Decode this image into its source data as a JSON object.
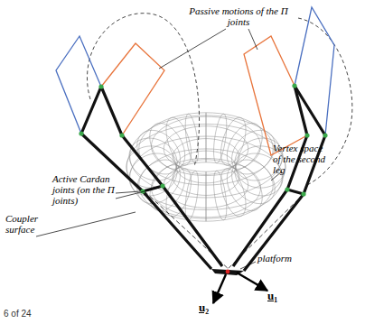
{
  "diagram": {
    "labels": [
      "Passive motions of the Π joints",
      "Active Cardan joints (on the Π joints)",
      "Vertex space of the second leg",
      "Coupler surface",
      "platform",
      "u₁",
      "u₂",
      "6 of 24"
    ]
  }
}
